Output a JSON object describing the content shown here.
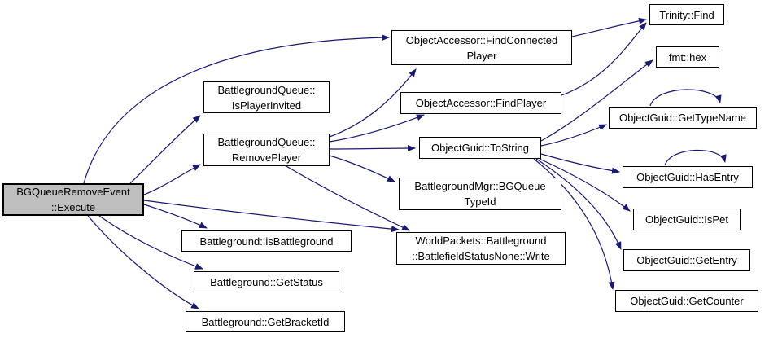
{
  "diagram": {
    "kind": "call-graph",
    "colors": {
      "background": "#ffffff",
      "edge": "#191970",
      "node_border": "#000000",
      "node_fill": "#ffffff",
      "root_fill": "#bfbfbf",
      "text": "#000000"
    },
    "nodes": {
      "execute": {
        "label": "BGQueueRemoveEvent\n::Execute"
      },
      "is_player_invited": {
        "label": "BattlegroundQueue::\nIsPlayerInvited"
      },
      "remove_player": {
        "label": "BattlegroundQueue::\nRemovePlayer"
      },
      "find_connected_player": {
        "label": "ObjectAccessor::FindConnected\nPlayer"
      },
      "find_player": {
        "label": "ObjectAccessor::FindPlayer"
      },
      "to_string": {
        "label": "ObjectGuid::ToString"
      },
      "bg_queue_type_id": {
        "label": "BattlegroundMgr::BGQueue\nTypeId"
      },
      "write": {
        "label": "WorldPackets::Battleground\n::BattlefieldStatusNone::Write"
      },
      "is_battleground": {
        "label": "Battleground::isBattleground"
      },
      "get_status": {
        "label": "Battleground::GetStatus"
      },
      "get_bracket_id": {
        "label": "Battleground::GetBracketId"
      },
      "trinity_find": {
        "label": "Trinity::Find"
      },
      "fmt_hex": {
        "label": "fmt::hex"
      },
      "get_type_name": {
        "label": "ObjectGuid::GetTypeName"
      },
      "has_entry": {
        "label": "ObjectGuid::HasEntry"
      },
      "is_pet": {
        "label": "ObjectGuid::IsPet"
      },
      "get_entry": {
        "label": "ObjectGuid::GetEntry"
      },
      "get_counter": {
        "label": "ObjectGuid::GetCounter"
      }
    },
    "edges": [
      {
        "from": "execute",
        "to": "find_connected_player"
      },
      {
        "from": "execute",
        "to": "is_player_invited"
      },
      {
        "from": "execute",
        "to": "remove_player"
      },
      {
        "from": "execute",
        "to": "is_battleground"
      },
      {
        "from": "execute",
        "to": "get_status"
      },
      {
        "from": "execute",
        "to": "get_bracket_id"
      },
      {
        "from": "execute",
        "to": "write"
      },
      {
        "from": "remove_player",
        "to": "find_connected_player"
      },
      {
        "from": "remove_player",
        "to": "find_player"
      },
      {
        "from": "remove_player",
        "to": "to_string"
      },
      {
        "from": "remove_player",
        "to": "bg_queue_type_id"
      },
      {
        "from": "remove_player",
        "to": "write"
      },
      {
        "from": "find_connected_player",
        "to": "trinity_find"
      },
      {
        "from": "find_player",
        "to": "trinity_find"
      },
      {
        "from": "to_string",
        "to": "fmt_hex"
      },
      {
        "from": "to_string",
        "to": "get_type_name"
      },
      {
        "from": "to_string",
        "to": "has_entry"
      },
      {
        "from": "to_string",
        "to": "is_pet"
      },
      {
        "from": "to_string",
        "to": "get_entry"
      },
      {
        "from": "to_string",
        "to": "get_counter"
      },
      {
        "from": "get_type_name",
        "to": "get_type_name"
      },
      {
        "from": "has_entry",
        "to": "has_entry"
      }
    ]
  }
}
